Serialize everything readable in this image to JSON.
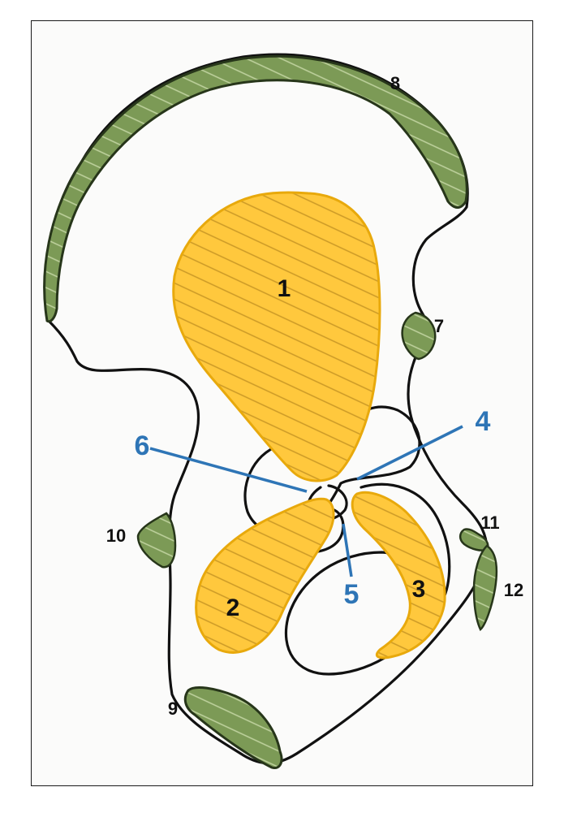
{
  "colors": {
    "yellow_region": "#FFC83D",
    "yellow_stroke": "#E8A90C",
    "green_region": "#7C9A56",
    "green_stroke": "#27361A",
    "outline": "#111111",
    "blue_label": "#2E75B6",
    "black_label": "#111111"
  },
  "labels": {
    "l1": "1",
    "l2": "2",
    "l3": "3",
    "l4": "4",
    "l5": "5",
    "l6": "6",
    "l7": "7",
    "l8": "8",
    "l9": "9",
    "l10": "10",
    "l11": "11",
    "l12": "12"
  }
}
